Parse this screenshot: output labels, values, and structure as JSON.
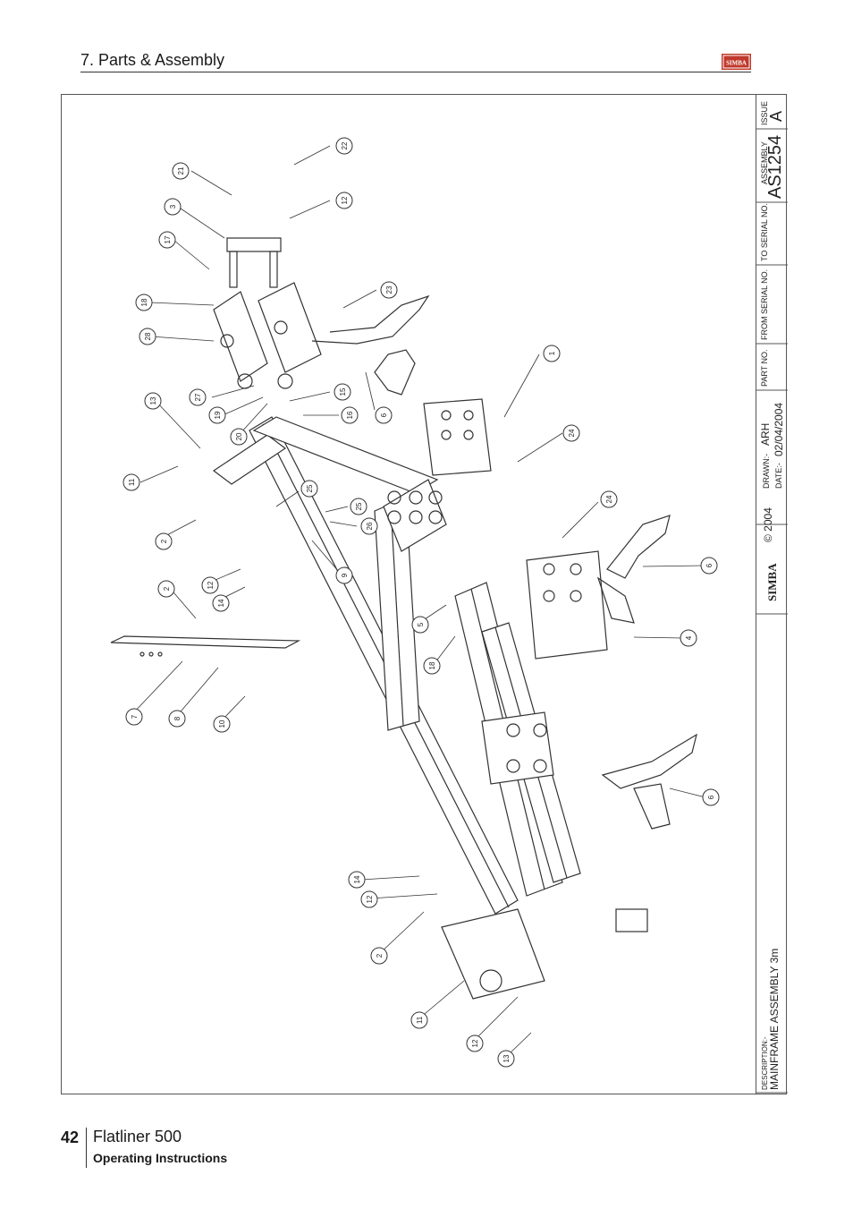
{
  "header": {
    "section_title": "7. Parts & Assembly",
    "logo_text": "SIMBA"
  },
  "footer": {
    "page_number": "42",
    "product_name": "Flatliner 500",
    "doc_type": "Operating Instructions"
  },
  "title_block": {
    "description_label": "DESCRIPTION:-",
    "description": "MAINFRAME ASSEMBLY 3m",
    "logo_text": "SIMBA",
    "copyright": "© 2004",
    "drawn_label": "DRAWN:-",
    "drawn_by": "ARH",
    "date_label": "DATE:-",
    "date": "02/04/2004",
    "part_no_label": "PART NO.",
    "from_serial_label": "FROM SERIAL NO.",
    "to_serial_label": "TO SERIAL NO.",
    "assembly_label": "ASSEMBLY",
    "assembly_no": "AS1254",
    "issue_label": "ISSUE",
    "issue": "A"
  },
  "callouts": [
    "22",
    "21",
    "3",
    "12",
    "17",
    "18",
    "23",
    "28",
    "1",
    "27",
    "15",
    "19",
    "13",
    "16",
    "6",
    "20",
    "24",
    "11",
    "25",
    "25",
    "26",
    "2",
    "24",
    "9",
    "12",
    "6",
    "14",
    "2",
    "5",
    "4",
    "7",
    "8",
    "18",
    "10",
    "6",
    "14",
    "12",
    "2",
    "11",
    "12",
    "13"
  ]
}
